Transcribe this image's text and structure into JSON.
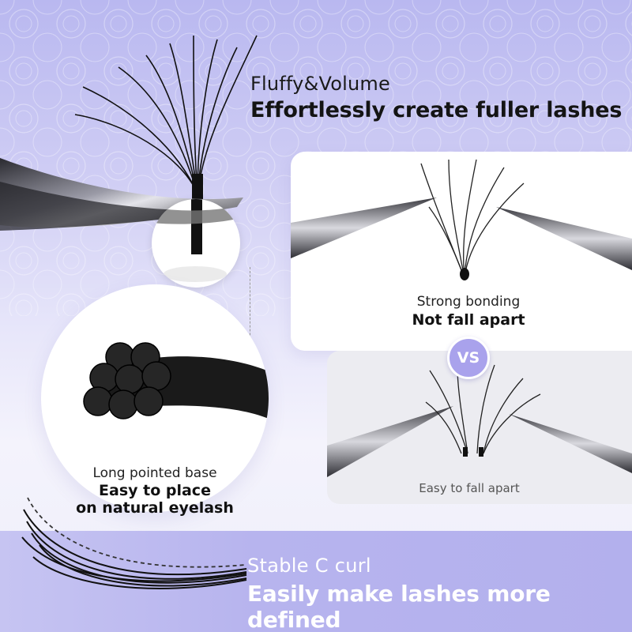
{
  "headline": {
    "subtitle": "Fluffy&Volume",
    "title": "Effortlessly create fuller lashes"
  },
  "comparison": {
    "good": {
      "line1": "Strong bonding",
      "line2": "Not fall apart"
    },
    "vs_label": "VS",
    "bad": {
      "line1": "Easy to fall apart"
    }
  },
  "base_feature": {
    "line1": "Long pointed base",
    "line2": "Easy to place",
    "line3": "on natural eyelash"
  },
  "curl_feature": {
    "subtitle": "Stable C curl",
    "title": "Easily make lashes more defined"
  },
  "colors": {
    "accent": "#b3b0ed",
    "vs_badge": "#a9a2ec",
    "text_dark": "#141414"
  }
}
